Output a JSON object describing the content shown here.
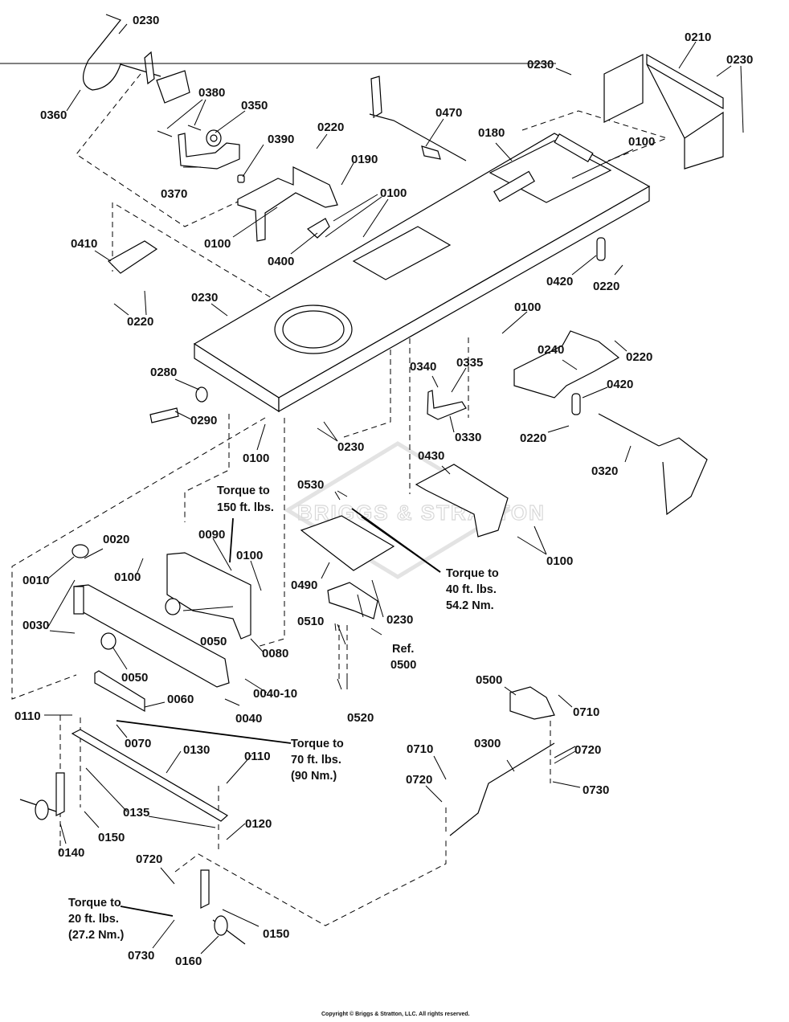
{
  "diagram": {
    "title": "Frame, Axle and Pedal Linkage Exploded View",
    "watermark": "BRIGGS & STRATTON",
    "copyright": "Copyright © Briggs & Stratton, LLC. All rights reserved.",
    "callouts": [
      {
        "id": "c01",
        "label": "0230"
      },
      {
        "id": "c02",
        "label": "0360"
      },
      {
        "id": "c03",
        "label": "0380"
      },
      {
        "id": "c04",
        "label": "0350"
      },
      {
        "id": "c05",
        "label": "0370"
      },
      {
        "id": "c06",
        "label": "0390"
      },
      {
        "id": "c07",
        "label": "0220"
      },
      {
        "id": "c08",
        "label": "0190"
      },
      {
        "id": "c09",
        "label": "0100"
      },
      {
        "id": "c10",
        "label": "0100"
      },
      {
        "id": "c11",
        "label": "0400"
      },
      {
        "id": "c12",
        "label": "0410"
      },
      {
        "id": "c13",
        "label": "0220"
      },
      {
        "id": "c14",
        "label": "0230"
      },
      {
        "id": "c15",
        "label": "0470"
      },
      {
        "id": "c16",
        "label": "0180"
      },
      {
        "id": "c17",
        "label": "0210"
      },
      {
        "id": "c18",
        "label": "0230"
      },
      {
        "id": "c19",
        "label": "0230"
      },
      {
        "id": "c20",
        "label": "0100"
      },
      {
        "id": "c21",
        "label": "0420"
      },
      {
        "id": "c22",
        "label": "0220"
      },
      {
        "id": "c23",
        "label": "0100"
      },
      {
        "id": "c24",
        "label": "0280"
      },
      {
        "id": "c25",
        "label": "0290"
      },
      {
        "id": "c26",
        "label": "0100"
      },
      {
        "id": "c27",
        "label": "0230"
      },
      {
        "id": "c28",
        "label": "0340"
      },
      {
        "id": "c29",
        "label": "0335"
      },
      {
        "id": "c30",
        "label": "0330"
      },
      {
        "id": "c31",
        "label": "0240"
      },
      {
        "id": "c32",
        "label": "0220"
      },
      {
        "id": "c33",
        "label": "0420"
      },
      {
        "id": "c34",
        "label": "0220"
      },
      {
        "id": "c35",
        "label": "0320"
      },
      {
        "id": "c36",
        "label": "0430"
      },
      {
        "id": "c37",
        "label": "0100"
      },
      {
        "id": "c38",
        "label": "0530"
      },
      {
        "id": "c39",
        "label": "0490"
      },
      {
        "id": "c40",
        "label": "0230"
      },
      {
        "id": "c41",
        "label": "0510"
      },
      {
        "id": "c42",
        "label": "0520"
      },
      {
        "id": "c43",
        "label": "0010"
      },
      {
        "id": "c44",
        "label": "0020"
      },
      {
        "id": "c45",
        "label": "0030"
      },
      {
        "id": "c46",
        "label": "0100"
      },
      {
        "id": "c47",
        "label": "0090"
      },
      {
        "id": "c48",
        "label": "0100"
      },
      {
        "id": "c49",
        "label": "0050"
      },
      {
        "id": "c50",
        "label": "0050"
      },
      {
        "id": "c51",
        "label": "0080"
      },
      {
        "id": "c52",
        "label": "0040-10"
      },
      {
        "id": "c53",
        "label": "0040"
      },
      {
        "id": "c54",
        "label": "0060"
      },
      {
        "id": "c55",
        "label": "0110"
      },
      {
        "id": "c56",
        "label": "0070"
      },
      {
        "id": "c57",
        "label": "0130"
      },
      {
        "id": "c58",
        "label": "0110"
      },
      {
        "id": "c59",
        "label": "0135"
      },
      {
        "id": "c60",
        "label": "0120"
      },
      {
        "id": "c61",
        "label": "0150"
      },
      {
        "id": "c62",
        "label": "0140"
      },
      {
        "id": "c63",
        "label": "0720"
      },
      {
        "id": "c64",
        "label": "0730"
      },
      {
        "id": "c65",
        "label": "0160"
      },
      {
        "id": "c66",
        "label": "0150"
      },
      {
        "id": "c67",
        "label": "0500"
      },
      {
        "id": "c68",
        "label": "0710"
      },
      {
        "id": "c69",
        "label": "0300"
      },
      {
        "id": "c70",
        "label": "0720"
      },
      {
        "id": "c71",
        "label": "0710"
      },
      {
        "id": "c72",
        "label": "0720"
      },
      {
        "id": "c73",
        "label": "0730"
      }
    ],
    "notes": {
      "torque_150": [
        "Torque to",
        "150 ft. lbs."
      ],
      "torque_40": [
        "Torque to",
        "40 ft. lbs.",
        "54.2 Nm."
      ],
      "ref_0500": [
        "Ref.",
        "0500"
      ],
      "torque_70": [
        "Torque to",
        "70 ft. lbs.",
        "(90 Nm.)"
      ],
      "torque_20": [
        "Torque to",
        "20 ft. lbs.",
        "(27.2 Nm.)"
      ]
    }
  }
}
